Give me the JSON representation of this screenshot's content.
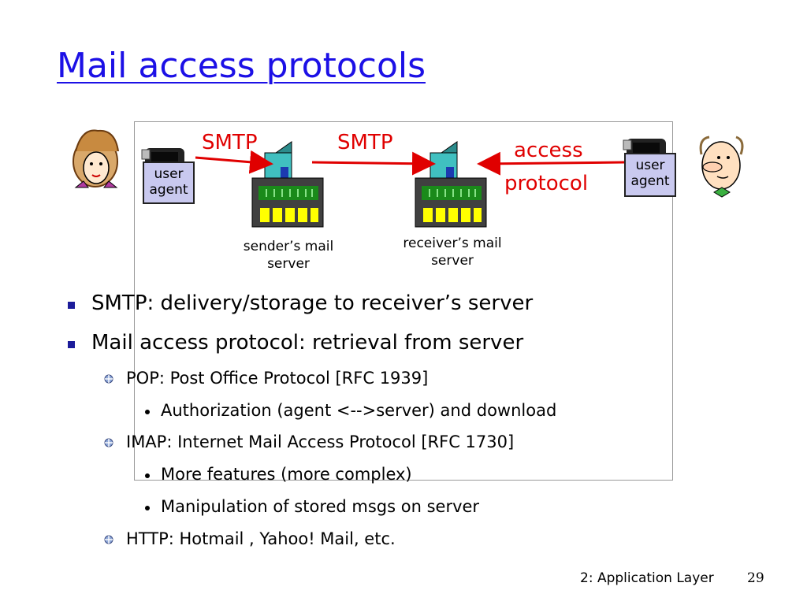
{
  "slide": {
    "title": "Mail access protocols"
  },
  "diagram": {
    "smtp_label_1": "SMTP",
    "smtp_label_2": "SMTP",
    "access_line1": "access",
    "access_line2": "protocol",
    "user_agent_left": {
      "line1": "user",
      "line2": "agent"
    },
    "user_agent_right": {
      "line1": "user",
      "line2": "agent"
    },
    "sender_server": {
      "line1": "sender’s mail",
      "line2": "server"
    },
    "receiver_server": {
      "line1": "receiver’s mail",
      "line2": "server"
    },
    "colors": {
      "arrow": "#e00000",
      "tower": "#40c0c0",
      "server_frame": "#404040",
      "server_lights": "#1a8a1a",
      "server_slots": "#ffff00",
      "ua_box": "#c9c9ef"
    }
  },
  "bullets": [
    {
      "level": 1,
      "text": "SMTP: delivery/storage to receiver’s server"
    },
    {
      "level": 1,
      "text": "Mail access protocol: retrieval from server"
    },
    {
      "level": 2,
      "text": "POP: Post Office Protocol [RFC 1939]"
    },
    {
      "level": 3,
      "text": "Authorization (agent <-->server) and download"
    },
    {
      "level": 2,
      "text": "IMAP: Internet Mail Access Protocol [RFC 1730]"
    },
    {
      "level": 3,
      "text": "More features (more complex)"
    },
    {
      "level": 3,
      "text": "Manipulation of stored msgs on server"
    },
    {
      "level": 2,
      "text": "HTTP: Hotmail , Yahoo! Mail, etc."
    }
  ],
  "footer": {
    "chapter": "2: Application Layer",
    "page": "29"
  },
  "colors": {
    "title": "#1c10e6",
    "bullet_square": "#1c1c9a"
  }
}
